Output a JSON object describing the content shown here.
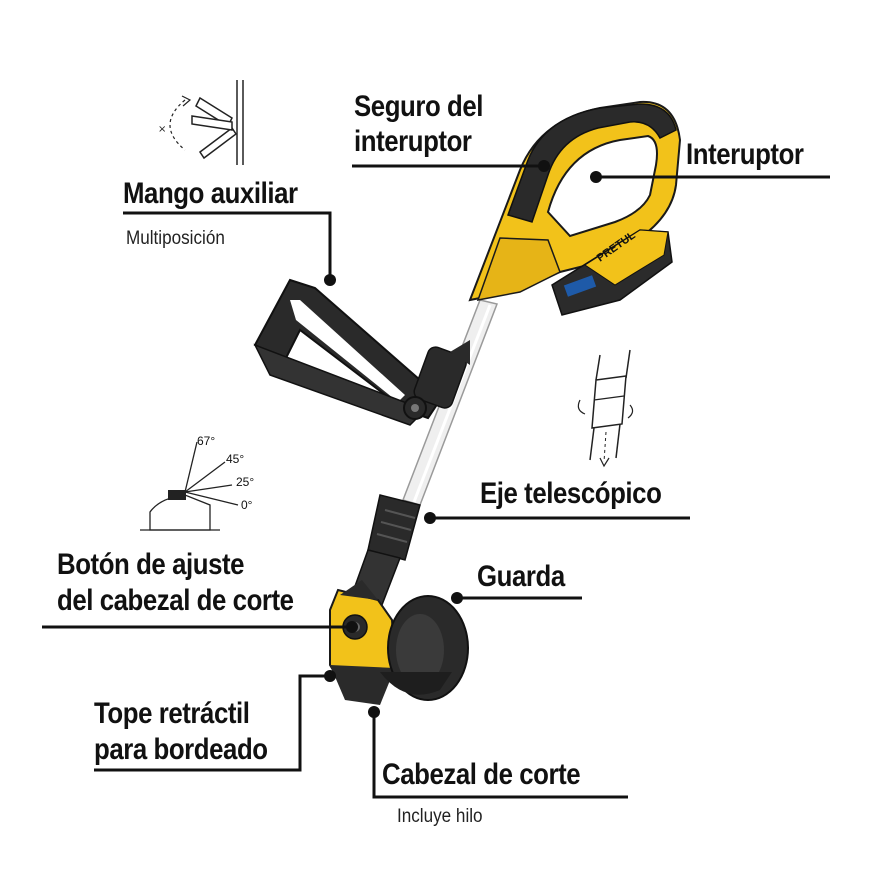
{
  "callouts": {
    "seguro": {
      "title_line1": "Seguro del",
      "title_line2": "interuptor"
    },
    "interruptor": {
      "title": "Interuptor"
    },
    "mango": {
      "title": "Mango auxiliar",
      "subtitle": "Multiposición"
    },
    "eje": {
      "title": "Eje telescópico"
    },
    "boton": {
      "title_line1": "Botón de ajuste",
      "title_line2": "del cabezal de corte"
    },
    "guarda": {
      "title": "Guarda"
    },
    "tope": {
      "title_line1": "Tope retráctil",
      "title_line2": "para bordeado"
    },
    "cabezal": {
      "title": "Cabezal de corte",
      "subtitle": "Incluye hilo"
    }
  },
  "angle_icon": {
    "angles": [
      "67°",
      "45°",
      "25°",
      "0°"
    ]
  },
  "battery": {
    "brand": "PRETUL"
  },
  "colors": {
    "body_yellow": "#f2c21a",
    "grip_dark": "#2a2a2a",
    "shaft": "#e8e8e8",
    "lines": "#111111"
  }
}
